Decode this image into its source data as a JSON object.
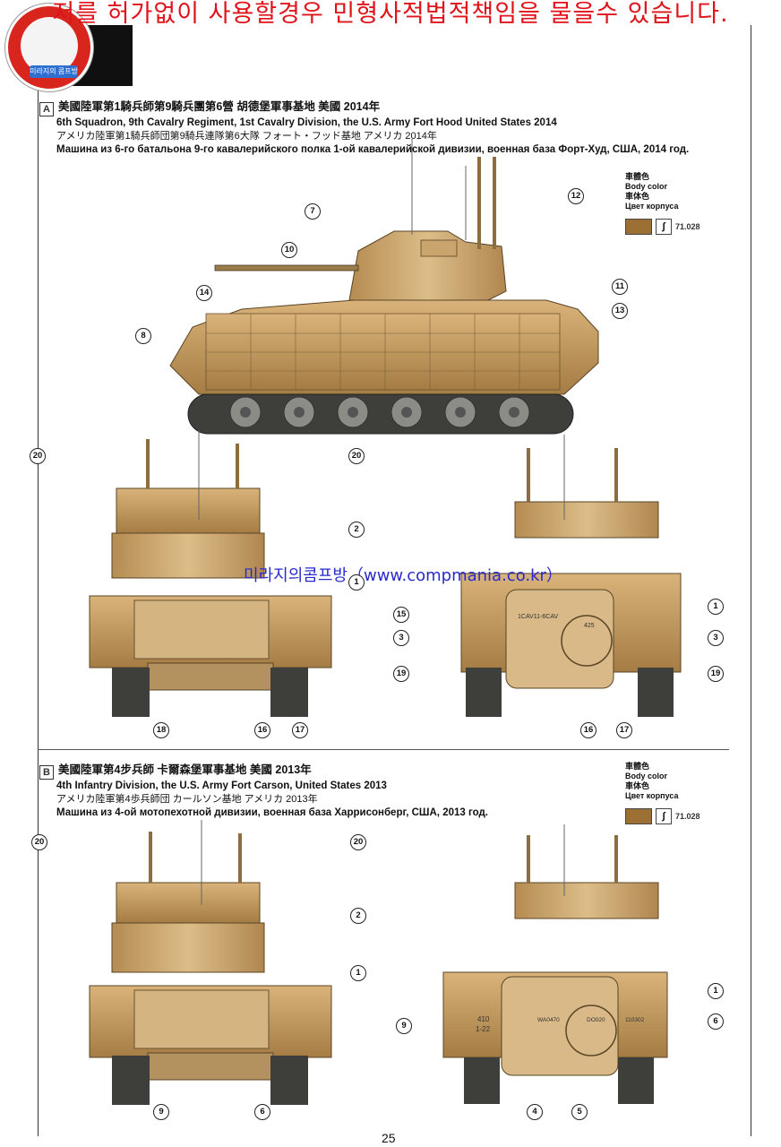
{
  "watermark": "저를 허가없이 사용할경우 민형사적법적책임을 물을수 있습니다.",
  "site_watermark": "미라지의콤프방（www.compmania.co.kr）",
  "logo_text": "미라지의 콤프방",
  "section_a": {
    "badge": "A",
    "title_cjk": "美國陸軍第1騎兵師第9騎兵團第6營  胡德堡軍事基地  美國  2014年",
    "title_en": "6th Squadron, 9th Cavalry Regiment, 1st Cavalry Division, the U.S. Army  Fort Hood  United States  2014",
    "title_jp": "アメリカ陸軍第1騎兵師団第9騎兵連隊第6大隊  フォート・フッド基地  アメリカ  2014年",
    "title_ru": "Машина из 6-го батальона 9-го кавалерийского полка 1-ой кавалерийской дивизии, военная база Форт-Худ, США, 2014 год.",
    "body_color": {
      "zh": "車體色",
      "en": "Body color",
      "jp": "車体色",
      "ru": "Цвет корпуса",
      "code": "71.028",
      "swatch": "#9c7035"
    }
  },
  "section_b": {
    "badge": "B",
    "title_cjk": "美國陸軍第4步兵師  卡爾森堡軍事基地  美國  2013年",
    "title_en": "4th Infantry Division, the U.S. Army  Fort Carson, United States  2013",
    "title_jp": "アメリカ陸軍第4歩兵師団  カールソン基地  アメリカ  2013年",
    "title_ru": "Машина из 4-ой мотопехотной дивизии, военная база Харрисонберг, США, 2013 год.",
    "body_color": {
      "zh": "車體色",
      "en": "Body color",
      "jp": "車体色",
      "ru": "Цвет корпуса",
      "code": "71.028",
      "swatch": "#9c7035"
    }
  },
  "markings": {
    "rear_a_plate": "1CAV11-6CAV",
    "rear_a_num": "425",
    "rear_b_left": "410",
    "rear_b_left2": "1-22",
    "rear_b_plate": "WA0470",
    "rear_b_plate2": "DO020",
    "rear_b_right": "110302"
  },
  "callouts_a_side": [
    "7",
    "10",
    "14",
    "8",
    "12",
    "11",
    "13"
  ],
  "callouts_a_front": [
    "20",
    "20",
    "2",
    "1",
    "18",
    "16",
    "17"
  ],
  "callouts_a_rear": [
    "1",
    "15",
    "3",
    "3",
    "19",
    "19",
    "16",
    "17"
  ],
  "callouts_b_front": [
    "20",
    "20",
    "2",
    "1",
    "9",
    "6"
  ],
  "callouts_b_rear": [
    "1",
    "9",
    "6",
    "4",
    "5"
  ],
  "page_number": "25"
}
